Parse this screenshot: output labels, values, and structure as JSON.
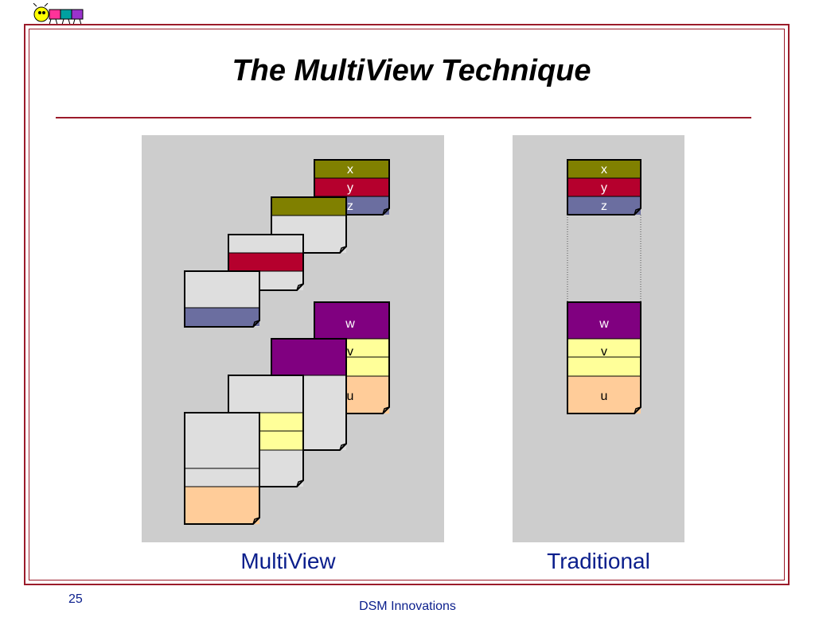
{
  "slide": {
    "title": "The MultiView Technique",
    "slide_number": "25",
    "footer": "DSM Innovations"
  },
  "captions": {
    "multiview": "MultiView",
    "traditional": "Traditional"
  },
  "variables": {
    "x": "x",
    "y": "y",
    "z": "z",
    "w": "w",
    "v": "v",
    "u": "u"
  },
  "colors": {
    "frame": "#9b1b2a",
    "panel": "#cdcdcd",
    "x": "#808000",
    "y": "#b5002d",
    "z": "#6b6ea0",
    "w": "#800080",
    "v": "#ffff99",
    "u": "#ffcc99",
    "caption": "#0a1e8c"
  }
}
